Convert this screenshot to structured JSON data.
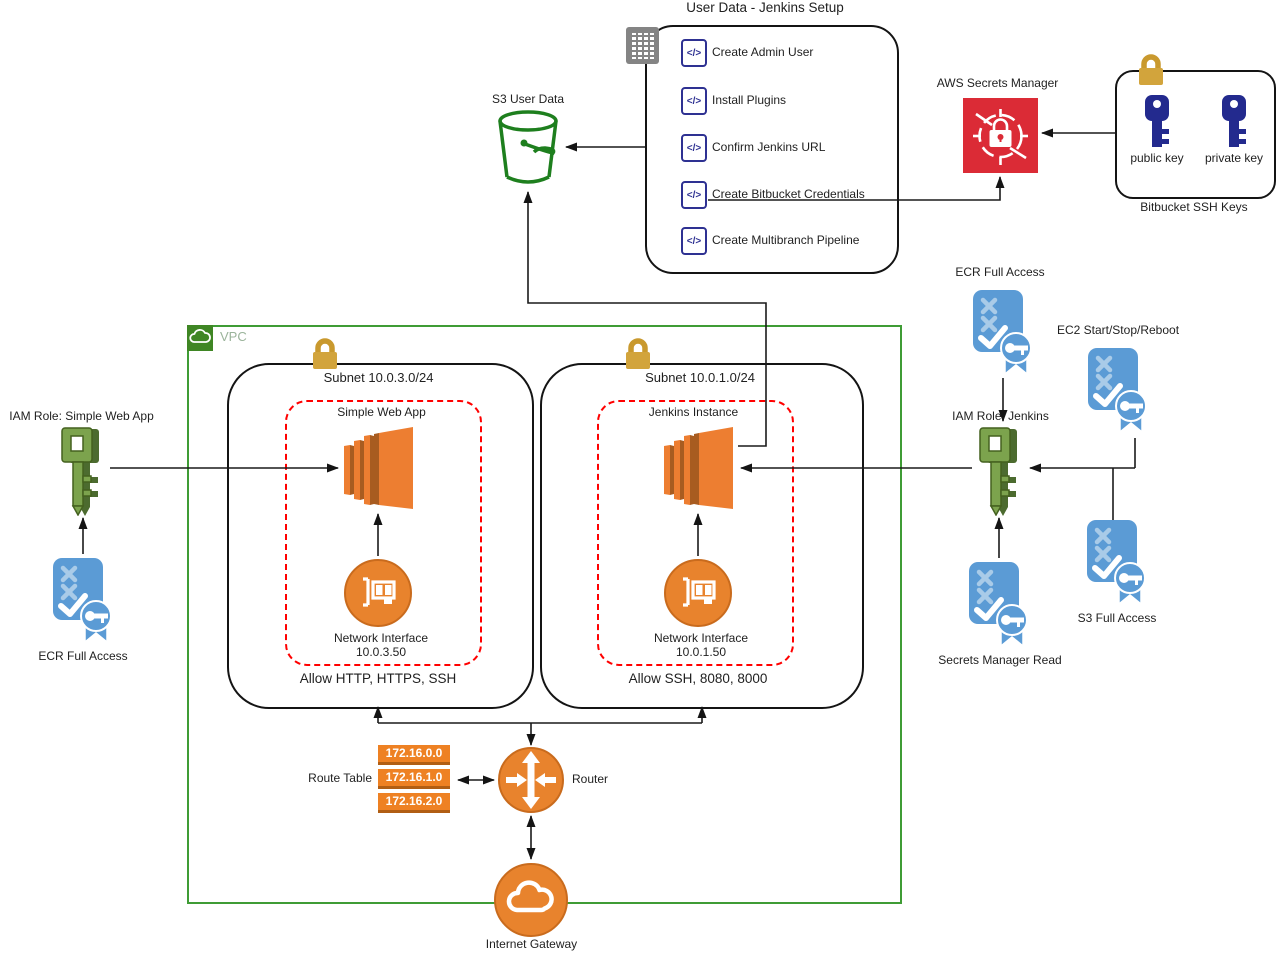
{
  "diagram": {
    "user_data": {
      "title": "User Data - Jenkins Setup",
      "items": [
        {
          "label": "Create Admin User"
        },
        {
          "label": "Install Plugins"
        },
        {
          "label": "Confirm Jenkins URL"
        },
        {
          "label": "Create Bitbucket Credentials"
        },
        {
          "label": "Create Multibranch Pipeline"
        }
      ]
    },
    "s3": {
      "label": "S3 User Data"
    },
    "secrets_manager": {
      "label": "AWS Secrets Manager"
    },
    "bitbucket": {
      "title": "Bitbucket SSH Keys",
      "public_key_label": "public key",
      "private_key_label": "private key"
    },
    "vpc": {
      "label": "VPC"
    },
    "subnets": {
      "web": {
        "title": "Subnet 10.0.3.0/24",
        "instance": "Simple Web App",
        "ni_label": "Network Interface",
        "ni_ip": "10.0.3.50",
        "allow": "Allow HTTP, HTTPS, SSH"
      },
      "jenkins": {
        "title": "Subnet 10.0.1.0/24",
        "instance": "Jenkins Instance",
        "ni_label": "Network Interface",
        "ni_ip": "10.0.1.50",
        "allow": "Allow SSH, 8080, 8000"
      }
    },
    "route_table": {
      "label": "Route Table",
      "routes": [
        "172.16.0.0",
        "172.16.1.0",
        "172.16.2.0"
      ]
    },
    "router": {
      "label": "Router"
    },
    "internet_gateway": {
      "label": "Internet Gateway"
    },
    "iam": {
      "web_role": {
        "label": "IAM Role: Simple Web App",
        "policy_ecr": "ECR Full Access"
      },
      "jenkins_role": {
        "label": "IAM Role: Jenkins",
        "policy_ecr": "ECR Full Access",
        "policy_ec2": "EC2 Start/Stop/Reboot",
        "policy_secrets": "Secrets Manager Read",
        "policy_s3": "S3 Full Access"
      }
    },
    "icons": {
      "script_glyph": "</>"
    },
    "colors": {
      "aws_orange": "#ED7E31",
      "vpc_green": "#3F9C35",
      "secret_red": "#DB2B36",
      "policy_blue": "#5B9BD5",
      "key_navy": "#232A8E",
      "lock_gold": "#D2A43C",
      "iam_key_green": "#7CA34D",
      "s3_green": "#1E7F1E",
      "route_orange": "#EE8123"
    }
  }
}
